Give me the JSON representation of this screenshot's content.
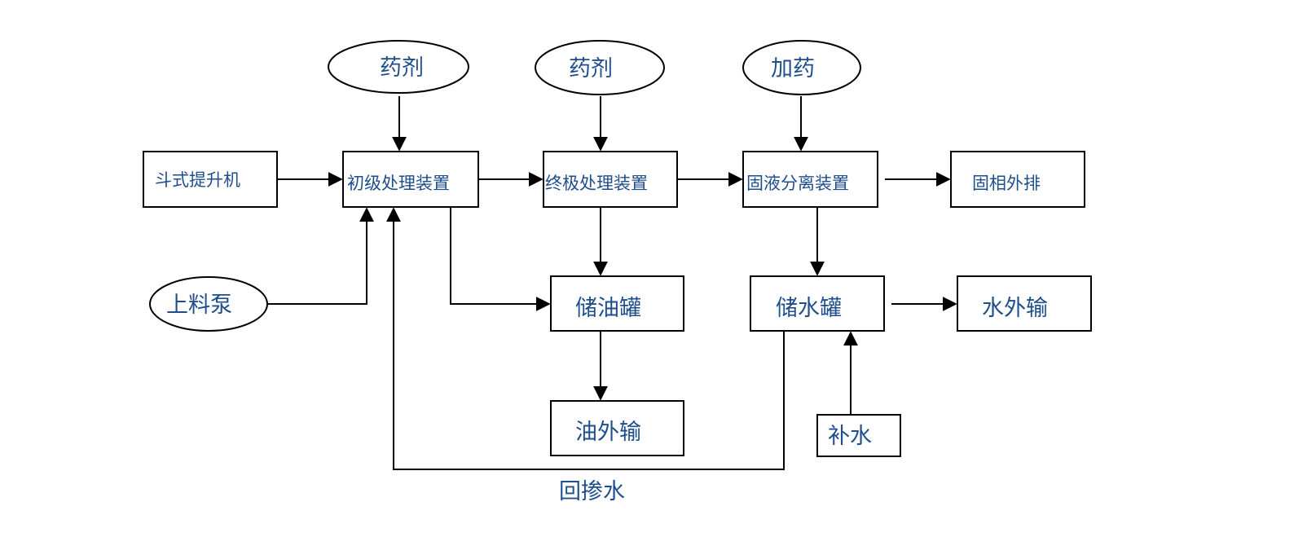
{
  "colors": {
    "text": "#1f4e8c",
    "stroke": "#000000"
  },
  "nodes": {
    "bucket_elevator": "斗式提升机",
    "primary_treatment": "初级处理装置",
    "final_treatment": "终极处理装置",
    "solid_liquid_separator": "固液分离装置",
    "solid_discharge": "固相外排",
    "chemical_1": "药剂",
    "chemical_2": "药剂",
    "dosing": "加药",
    "feed_pump": "上料泵",
    "oil_tank": "储油罐",
    "water_tank": "储水罐",
    "water_export": "水外输",
    "oil_export": "油外输",
    "makeup_water": "补水"
  },
  "edge_labels": {
    "return_water": "回掺水"
  }
}
